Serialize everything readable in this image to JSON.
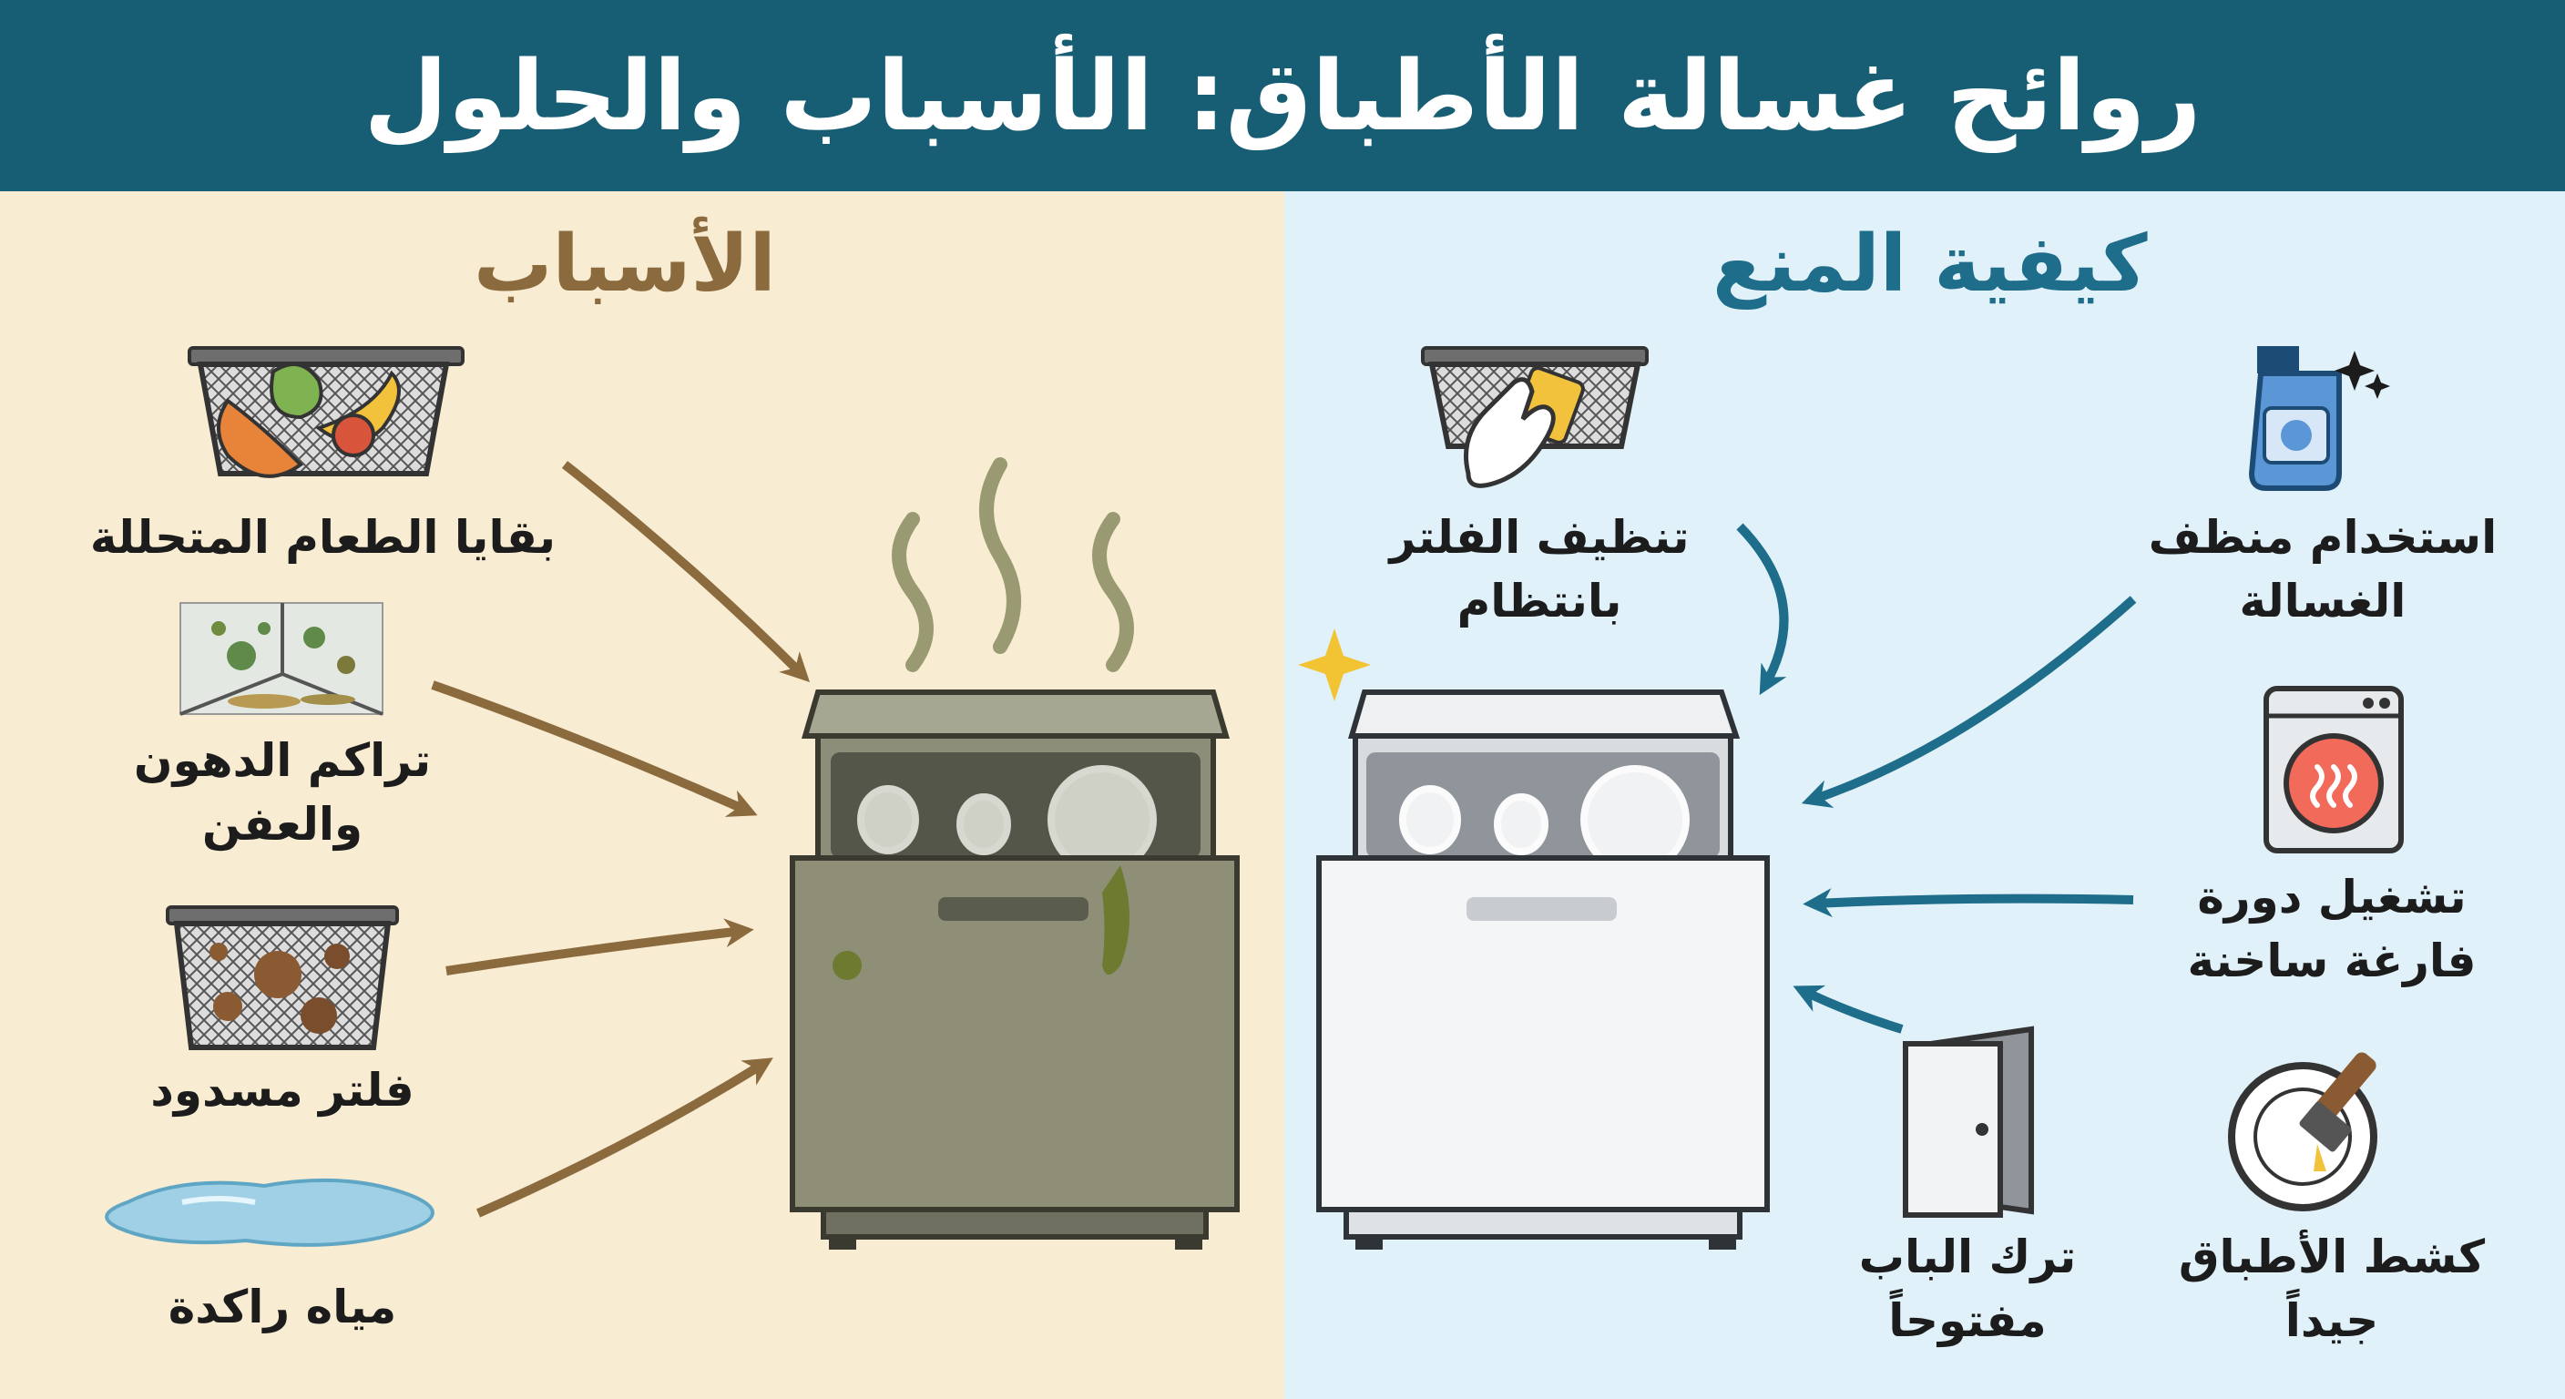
{
  "header": {
    "title": "روائح غسالة الأطباق: الأسباب والحلول"
  },
  "colors": {
    "header_bg": "#175d74",
    "causes_bg": "#f8ecd2",
    "prevention_bg": "#e1f1fa",
    "causes_accent": "#8b6a3e",
    "prevention_accent": "#1e6d8a"
  },
  "causes": {
    "title": "الأسباب",
    "items": [
      {
        "icon": "food-basket-icon",
        "lines": [
          "بقايا الطعام المتحللة"
        ]
      },
      {
        "icon": "mold-corner-icon",
        "lines": [
          "تراكم الدهون",
          "والعفن"
        ]
      },
      {
        "icon": "clogged-filter-icon",
        "lines": [
          "فلتر مسدود"
        ]
      },
      {
        "icon": "water-puddle-icon",
        "lines": [
          "مياه راكدة"
        ]
      }
    ]
  },
  "prevention": {
    "title": "كيفية المنع",
    "items": [
      {
        "icon": "cleaning-filter-icon",
        "lines": [
          "تنظيف الفلتر",
          "بانتظام"
        ]
      },
      {
        "icon": "cleaner-bottle-icon",
        "lines": [
          "استخدام منظف",
          "الغسالة"
        ]
      },
      {
        "icon": "hot-cycle-icon",
        "lines": [
          "تشغيل دورة",
          "فارغة ساخنة"
        ]
      },
      {
        "icon": "scrape-plate-icon",
        "lines": [
          "كشط الأطباق",
          "جيداً"
        ]
      },
      {
        "icon": "open-door-icon",
        "lines": [
          "ترك الباب",
          "مفتوحاً"
        ]
      }
    ]
  }
}
